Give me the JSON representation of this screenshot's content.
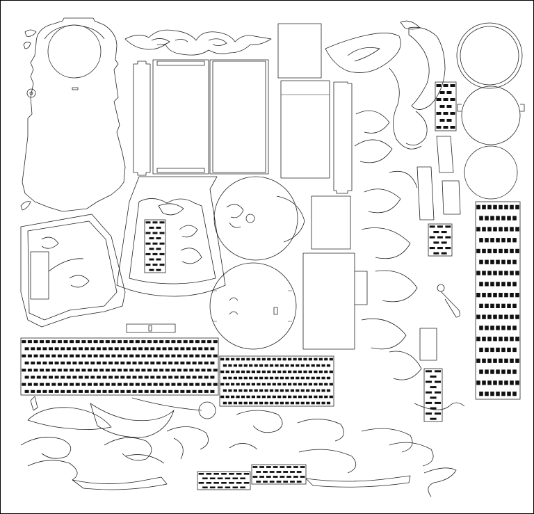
{
  "canvas": {
    "background": "#ffffff",
    "stroke_color": "#222222",
    "hatch_color": "#111111",
    "border_color": "#000000"
  },
  "parts": {
    "flex_strips": [
      {
        "name": "left-tall-long",
        "rows": 8,
        "cols": 33
      },
      {
        "name": "center-long",
        "rows": 8,
        "cols": 22
      },
      {
        "name": "right-tall",
        "rows": 18,
        "cols": 8
      },
      {
        "name": "left-small",
        "rows": 10,
        "cols": 3
      },
      {
        "name": "right-small-1",
        "rows": 7,
        "cols": 3
      },
      {
        "name": "right-small-2",
        "rows": 6,
        "cols": 3
      },
      {
        "name": "bottom-1",
        "rows": 4,
        "cols": 7
      },
      {
        "name": "bottom-2",
        "rows": 4,
        "cols": 8
      },
      {
        "name": "right-narrow",
        "rows": 10,
        "cols": 2
      }
    ]
  }
}
